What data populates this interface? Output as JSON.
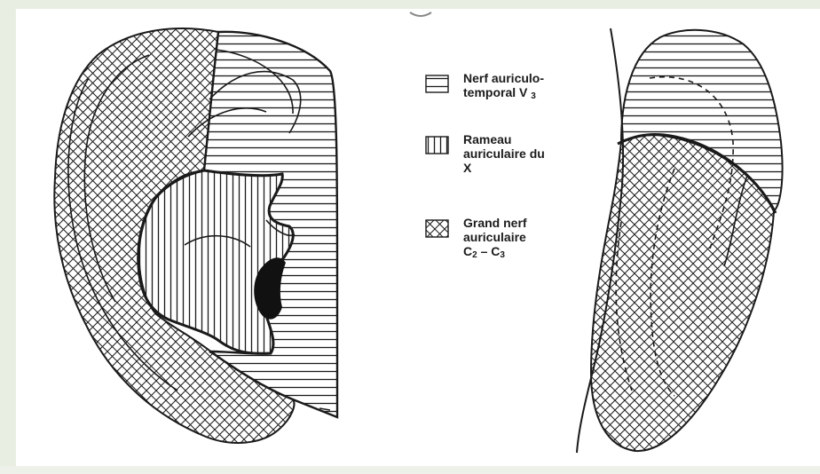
{
  "colors": {
    "ink": "#1a1a1a",
    "paper": "#ffffff",
    "margin": "#e9eee2"
  },
  "legend": [
    {
      "pattern": "horizontal-lines",
      "lines": [
        "Nerf auriculo-",
        "temporal V"
      ],
      "subscript": "3"
    },
    {
      "pattern": "vertical-lines",
      "lines": [
        "Rameau",
        "auriculaire du",
        "X"
      ]
    },
    {
      "pattern": "cross-hatch",
      "lines": [
        "Grand nerf",
        "auriculaire",
        "C"
      ],
      "subscripts": [
        "2",
        "3"
      ]
    }
  ]
}
